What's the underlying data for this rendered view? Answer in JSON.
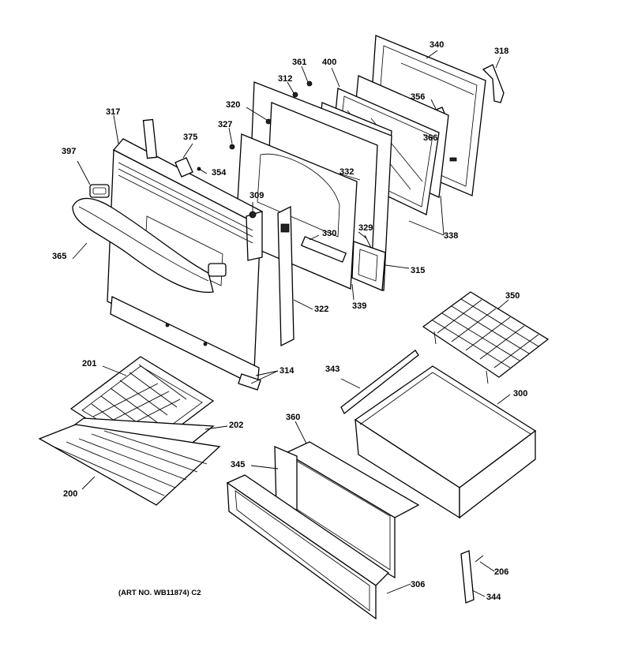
{
  "art_number": "(ART NO. WB11874) C2",
  "callouts": {
    "c340": "340",
    "c318": "318",
    "c361": "361",
    "c400": "400",
    "c312": "312",
    "c356": "356",
    "c320": "320",
    "c317": "317",
    "c327": "327",
    "c366": "366",
    "c375": "375",
    "c397": "397",
    "c354": "354",
    "c332": "332",
    "c309": "309",
    "c338": "338",
    "c329": "329",
    "c330": "330",
    "c365": "365",
    "c315": "315",
    "c339": "339",
    "c350": "350",
    "c322": "322",
    "c201": "201",
    "c314": "314",
    "c343": "343",
    "c300": "300",
    "c360": "360",
    "c202": "202",
    "c345": "345",
    "c200": "200",
    "c206": "206",
    "c306": "306",
    "c344": "344"
  }
}
